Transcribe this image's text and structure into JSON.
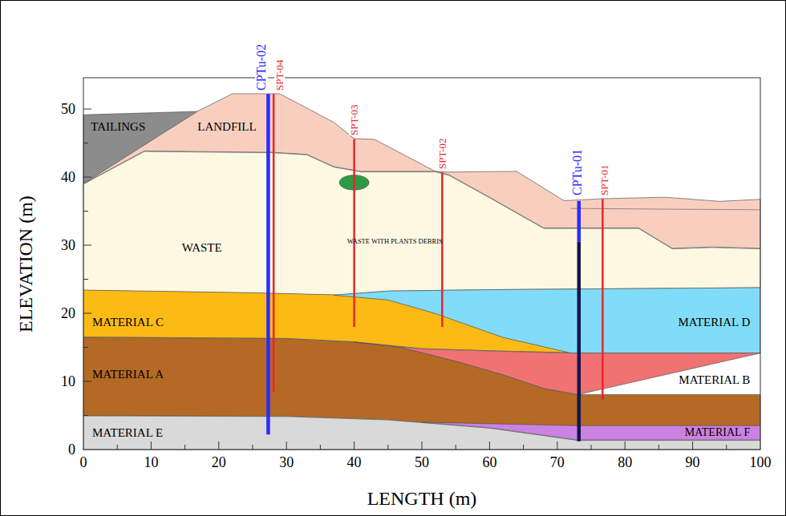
{
  "diagram": {
    "nodes": [
      {
        "text": [
          "TAILINGS"
        ]
      },
      {
        "text": [
          "LANDFILL"
        ]
      },
      {
        "text": [
          "WASTE"
        ]
      },
      {
        "text": [
          "WASTE WITH PLANTS DEBRIS"
        ],
        "in": 2
      },
      {
        "text": [
          "MATERIAL C"
        ]
      },
      {
        "text": [
          "MATERIAL D"
        ]
      },
      {
        "text": [
          "MATERIAL A"
        ]
      },
      {
        "text": [
          "MATERIAL B"
        ]
      },
      {
        "text": [
          "MATERIAL E"
        ]
      },
      {
        "text": [
          "MATERIAL F"
        ]
      }
    ],
    "labels": [
      "CPTu-02",
      "SPT-04",
      "SPT-03",
      "SPT-02",
      "CPTu-01",
      "SPT-01",
      "0",
      "10",
      "20",
      "30",
      "40",
      "50",
      "0",
      "10",
      "20",
      "30",
      "40",
      "50",
      "60",
      "70",
      "80",
      "90",
      "100",
      "ELEVATION (m)",
      "LENGTH (m)"
    ]
  }
}
